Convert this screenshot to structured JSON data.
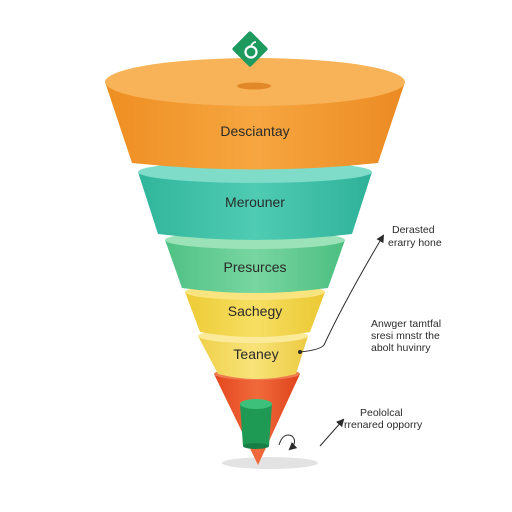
{
  "diagram": {
    "tiers": [
      {
        "label": "Desciantay",
        "color": "#F39A2E"
      },
      {
        "label": "Merouner",
        "color": "#3DBFA6"
      },
      {
        "label": "Presurces",
        "color": "#5DCB8E"
      },
      {
        "label": "Sachegy",
        "color": "#F2D649"
      },
      {
        "label": "Teaney",
        "color": "#F4DB5F"
      },
      {
        "label": "",
        "color": "#EC5A2F"
      }
    ],
    "badge_icon": "apple-icon",
    "inner_cup_color": "#20A05A",
    "annotations": [
      {
        "lines": [
          "Derasted",
          "erarry hone"
        ]
      },
      {
        "lines": [
          "Anwger tamtfal",
          "sresi mnstr the",
          "abolt huvinry"
        ]
      },
      {
        "lines": [
          "Peololcal",
          "rrenared opporry"
        ]
      }
    ]
  }
}
